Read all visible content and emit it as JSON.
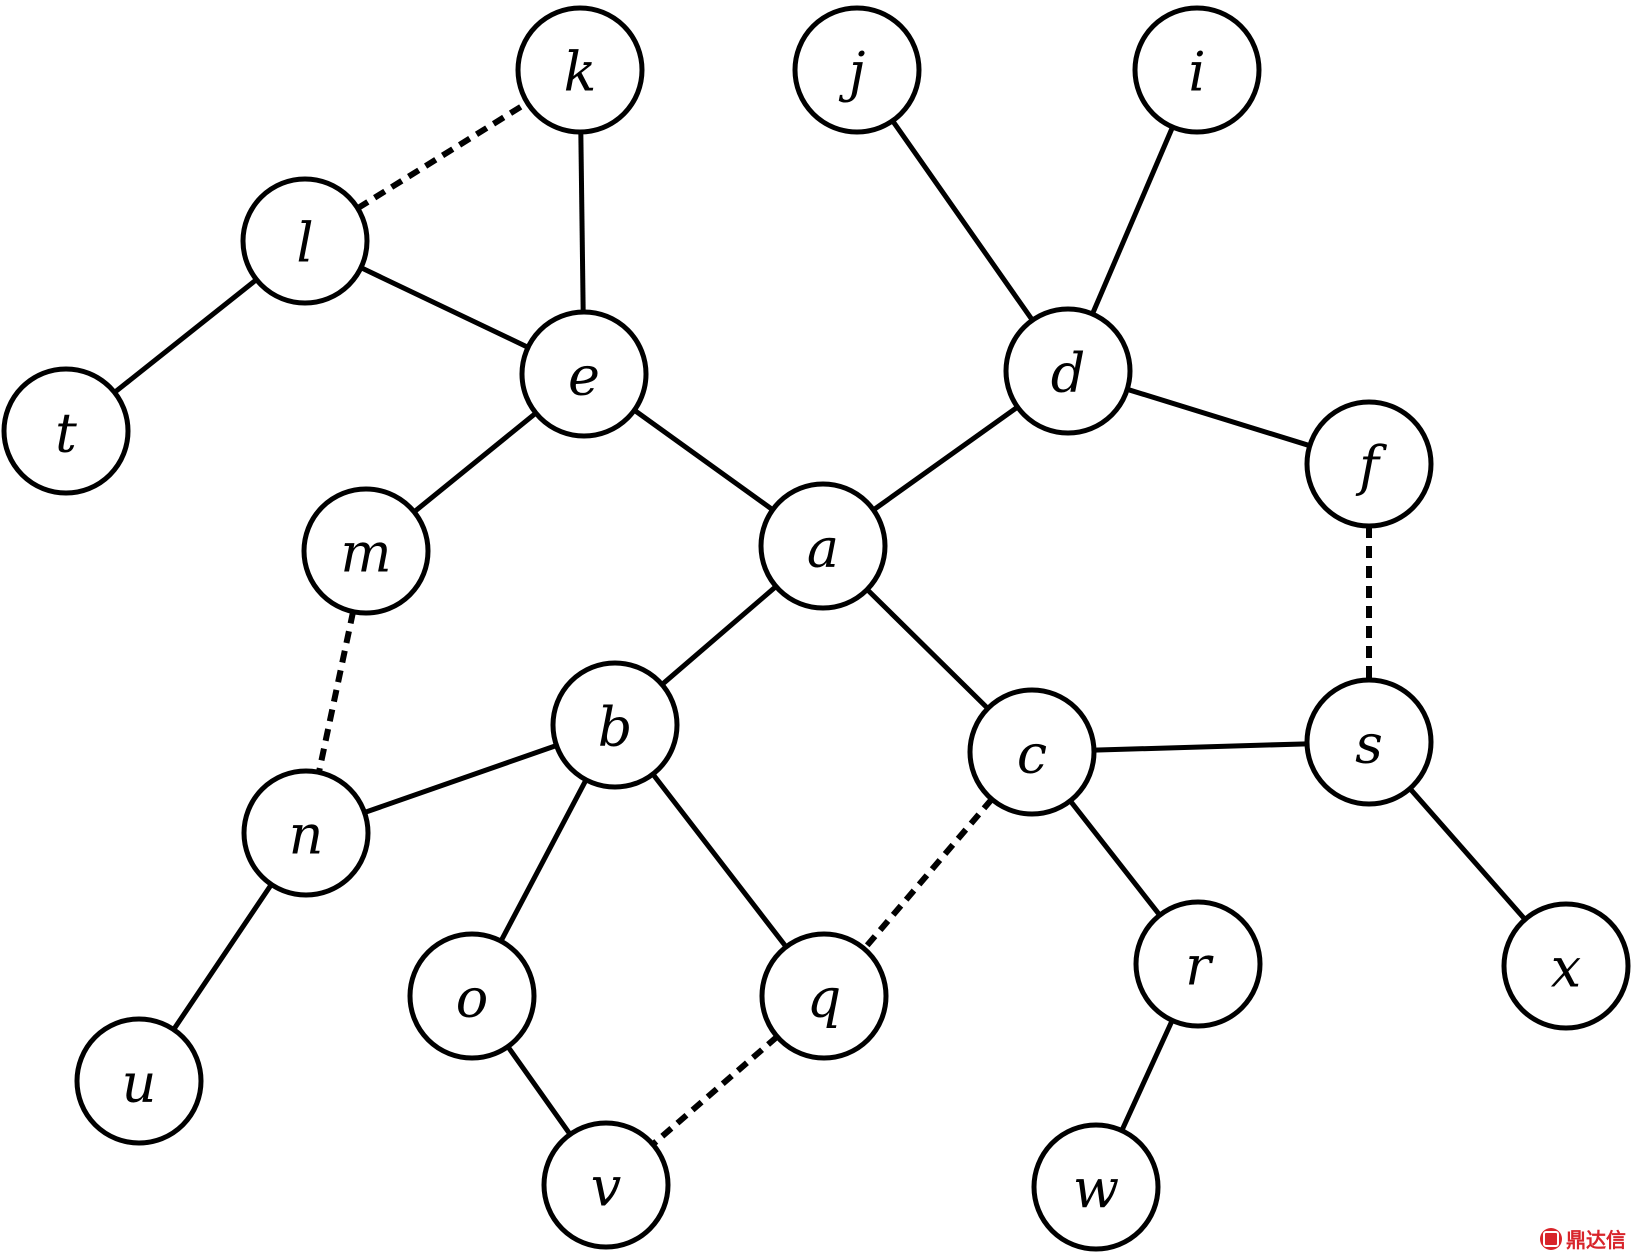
{
  "diagram": {
    "nodes": [
      {
        "id": "a",
        "label": "a"
      },
      {
        "id": "b",
        "label": "b"
      },
      {
        "id": "c",
        "label": "c"
      },
      {
        "id": "d",
        "label": "d"
      },
      {
        "id": "e",
        "label": "e"
      },
      {
        "id": "f",
        "label": "f"
      },
      {
        "id": "i",
        "label": "i"
      },
      {
        "id": "j",
        "label": "j"
      },
      {
        "id": "k",
        "label": "k"
      },
      {
        "id": "l",
        "label": "l"
      },
      {
        "id": "m",
        "label": "m"
      },
      {
        "id": "n",
        "label": "n"
      },
      {
        "id": "o",
        "label": "o"
      },
      {
        "id": "q",
        "label": "q"
      },
      {
        "id": "r",
        "label": "r"
      },
      {
        "id": "s",
        "label": "s"
      },
      {
        "id": "t",
        "label": "t"
      },
      {
        "id": "u",
        "label": "u"
      },
      {
        "id": "v",
        "label": "v"
      },
      {
        "id": "w",
        "label": "w"
      },
      {
        "id": "x",
        "label": "x"
      }
    ],
    "edges": [
      {
        "from": "a",
        "to": "e",
        "style": "solid"
      },
      {
        "from": "a",
        "to": "d",
        "style": "solid"
      },
      {
        "from": "a",
        "to": "b",
        "style": "solid"
      },
      {
        "from": "a",
        "to": "c",
        "style": "solid"
      },
      {
        "from": "e",
        "to": "k",
        "style": "solid"
      },
      {
        "from": "e",
        "to": "l",
        "style": "solid"
      },
      {
        "from": "e",
        "to": "m",
        "style": "solid"
      },
      {
        "from": "l",
        "to": "t",
        "style": "solid"
      },
      {
        "from": "l",
        "to": "k",
        "style": "dashed"
      },
      {
        "from": "d",
        "to": "j",
        "style": "solid"
      },
      {
        "from": "d",
        "to": "i",
        "style": "solid"
      },
      {
        "from": "d",
        "to": "f",
        "style": "solid"
      },
      {
        "from": "f",
        "to": "s",
        "style": "dashed"
      },
      {
        "from": "m",
        "to": "n",
        "style": "dashed"
      },
      {
        "from": "b",
        "to": "n",
        "style": "solid"
      },
      {
        "from": "b",
        "to": "o",
        "style": "solid"
      },
      {
        "from": "b",
        "to": "q",
        "style": "solid"
      },
      {
        "from": "n",
        "to": "u",
        "style": "solid"
      },
      {
        "from": "o",
        "to": "v",
        "style": "solid"
      },
      {
        "from": "q",
        "to": "v",
        "style": "dashed"
      },
      {
        "from": "c",
        "to": "q",
        "style": "dashed"
      },
      {
        "from": "c",
        "to": "s",
        "style": "solid"
      },
      {
        "from": "c",
        "to": "r",
        "style": "solid"
      },
      {
        "from": "r",
        "to": "w",
        "style": "solid"
      },
      {
        "from": "s",
        "to": "x",
        "style": "solid"
      }
    ]
  },
  "watermark": {
    "text": "鼎达信",
    "color": "#d8242a"
  }
}
